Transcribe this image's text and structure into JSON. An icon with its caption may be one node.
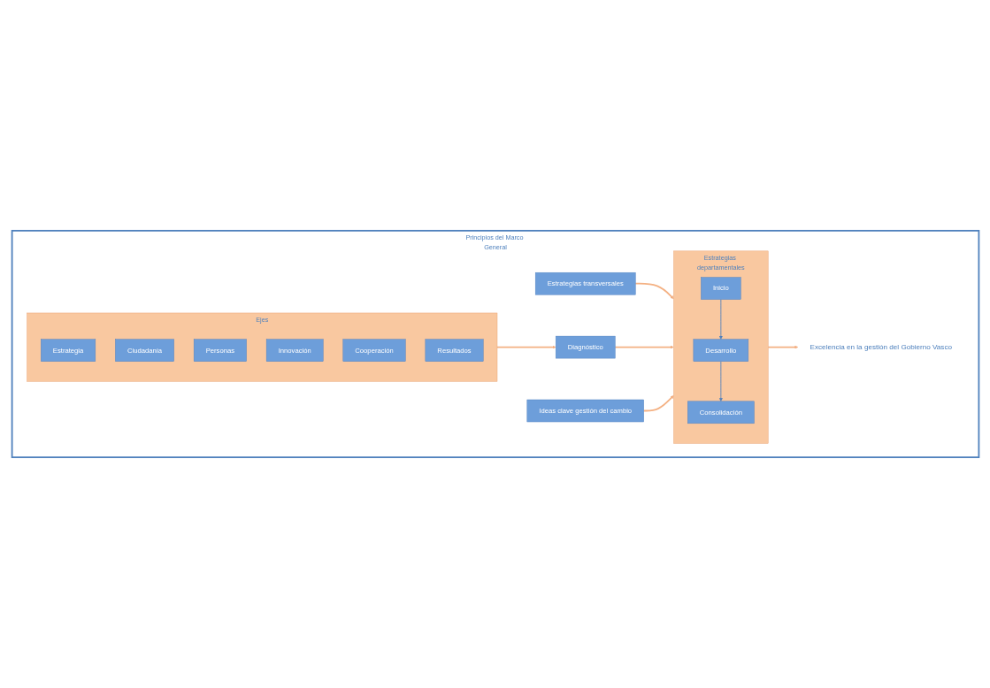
{
  "diagram": {
    "nodes": [
      {
        "text": [
          "Principios del Marco General"
        ]
      },
      {
        "text": [
          "Ejes"
        ],
        "in": 0
      },
      {
        "text": [
          "Estrategia"
        ],
        "in": 1
      },
      {
        "text": [
          "Ciudadanía"
        ],
        "in": 1
      },
      {
        "text": [
          "Personas"
        ],
        "in": 1
      },
      {
        "text": [
          "Innovación"
        ],
        "in": 1
      },
      {
        "text": [
          "Cooperación"
        ],
        "in": 1
      },
      {
        "text": [
          "Resultados"
        ],
        "in": 1
      },
      {
        "text": [
          "Estrategias transversales"
        ],
        "in": 0
      },
      {
        "text": [
          "Diagnóstico"
        ],
        "in": 0
      },
      {
        "text": [
          "Estrategias departamentales"
        ],
        "in": 0
      },
      {
        "text": [
          "Inicio"
        ],
        "in": 10
      },
      {
        "text": [
          "Desarrollo"
        ],
        "in": 10
      },
      {
        "text": [
          "Consolidación"
        ],
        "in": 10
      },
      {
        "text": [
          "Ideas clave gestión del cambio"
        ],
        "in": 0
      },
      {
        "text": [
          "Excelencia en la gestión del Gobierno Vasco"
        ],
        "in": 0
      }
    ],
    "edges": [
      {
        "from": 1,
        "to": 9,
        "arrow": "to"
      },
      {
        "from": 8,
        "to": 10,
        "arrow": "to"
      },
      {
        "from": 9,
        "to": 10,
        "arrow": "to"
      },
      {
        "from": 11,
        "to": 12,
        "arrow": "to",
        "color": "#4f81bd"
      },
      {
        "from": 12,
        "to": 13,
        "arrow": "to",
        "color": "#4f81bd"
      },
      {
        "from": 14,
        "to": 10,
        "arrow": "to"
      },
      {
        "from": 10,
        "to": 15,
        "arrow": "to"
      }
    ]
  }
}
